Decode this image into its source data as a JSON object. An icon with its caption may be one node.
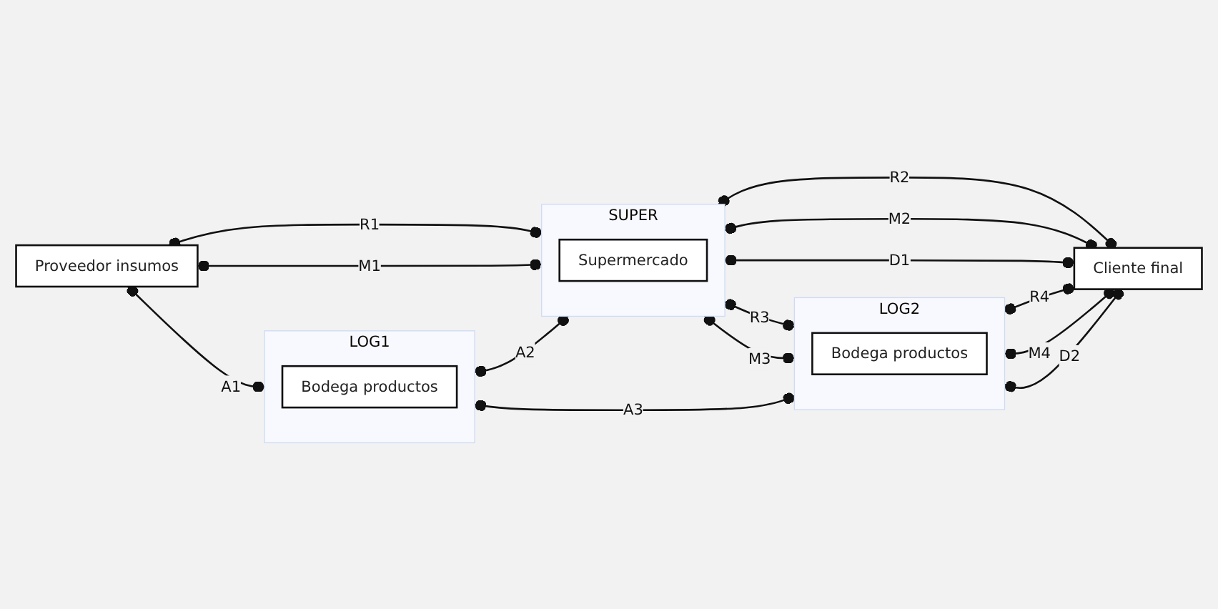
{
  "diagram": {
    "nodes": [
      {
        "text": [
          "Proveedor insumos"
        ]
      },
      {
        "text": [
          "LOG1"
        ]
      },
      {
        "text": [
          "Bodega productos"
        ],
        "in": 1
      },
      {
        "text": [
          "SUPER"
        ]
      },
      {
        "text": [
          "Supermercado"
        ],
        "in": 3
      },
      {
        "text": [
          "LOG2"
        ]
      },
      {
        "text": [
          "Bodega productos"
        ],
        "in": 5
      },
      {
        "text": [
          "Cliente final"
        ]
      }
    ],
    "edges": [
      {
        "from": 0,
        "to": 3,
        "arrow": "other",
        "label": "R1"
      },
      {
        "from": 0,
        "to": 3,
        "arrow": "other",
        "label": "M1"
      },
      {
        "from": 3,
        "to": 7,
        "arrow": "other",
        "label": "R2"
      },
      {
        "from": 3,
        "to": 7,
        "arrow": "other",
        "label": "M2"
      },
      {
        "from": 3,
        "to": 7,
        "arrow": "other",
        "label": "D1"
      },
      {
        "from": 0,
        "to": 1,
        "arrow": "other",
        "label": "A1"
      },
      {
        "from": 1,
        "to": 3,
        "arrow": "other",
        "label": "A2"
      },
      {
        "from": 3,
        "to": 5,
        "arrow": "other",
        "label": "R3"
      },
      {
        "from": 5,
        "to": 7,
        "arrow": "other",
        "label": "R4"
      },
      {
        "from": 3,
        "to": 5,
        "arrow": "other",
        "label": "M3"
      },
      {
        "from": 5,
        "to": 7,
        "arrow": "other",
        "label": "M4"
      },
      {
        "from": 1,
        "to": 5,
        "arrow": "other",
        "label": "A3"
      },
      {
        "from": 5,
        "to": 7,
        "arrow": "other",
        "label": "D2"
      }
    ]
  }
}
